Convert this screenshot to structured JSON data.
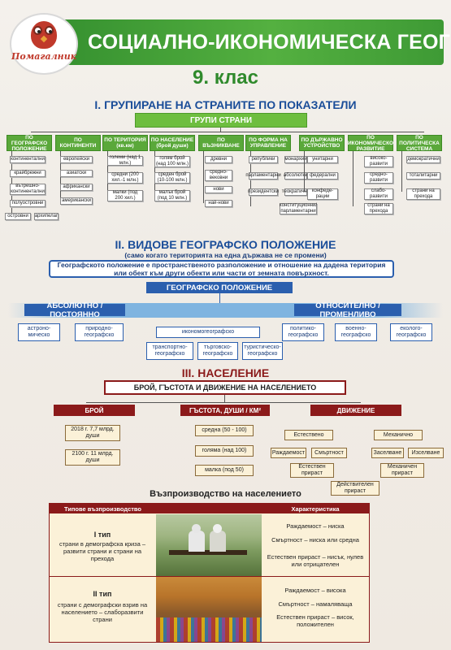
{
  "header": {
    "logo_text": "Помагалник",
    "title": "СОЦИАЛНО-ИКОНОМИЧЕСКА ГЕОГРАФИЯ",
    "grade": "9. клас"
  },
  "section1": {
    "title": "I. ГРУПИРАНЕ НА СТРАНИТЕ ПО ПОКАЗАТЕЛИ",
    "group_label": "ГРУПИ СТРАНИ",
    "categories": [
      {
        "label": "ПО ГЕОГРАФСКО ПОЛОЖЕНИЕ",
        "items": [
          "континентални",
          "крайбрежни",
          "вътрешно-континентални",
          "полуостровни",
          "островни",
          "архипелаг"
        ]
      },
      {
        "label": "ПО КОНТИНЕНТИ",
        "items": [
          "европейски",
          "азиатски",
          "африкански",
          "американски"
        ]
      },
      {
        "label": "ПО ТЕРИТОРИЯ (кв.км)",
        "items": [
          "големи (над 1 млн.)",
          "средни (200 хил.-1 млн.)",
          "малки (под 200 хил.)"
        ]
      },
      {
        "label": "ПО НАСЕЛЕНИЕ (брой души)",
        "items": [
          "голям брой (над 100 млн.)",
          "среден брой (10-100 млн.)",
          "малък брой (под 10 млн.)"
        ]
      },
      {
        "label": "ПО ВЪЗНИКВАНЕ",
        "items": [
          "древни",
          "средно-вековни",
          "нови",
          "най-нови"
        ]
      },
      {
        "label": "ПО ФОРМА НА УПРАВЛЕНИЕ",
        "items": [
          "републики",
          "парламентарни",
          "президентски",
          "монархии",
          "абсолютни",
          "теократични",
          "конституционни/ парламентарни"
        ]
      },
      {
        "label": "ПО ДЪРЖАВНО УСТРОЙСТВО",
        "items": [
          "унитарни",
          "федерални",
          "конфеде-рации"
        ]
      },
      {
        "label": "ПО ИКОНОМИЧЕСКО РАЗВИТИЕ",
        "items": [
          "високо-развити",
          "средно-развити",
          "слабо-развити",
          "страни на прехода"
        ]
      },
      {
        "label": "ПО ПОЛИТИЧЕСКА СИСТЕМА",
        "items": [
          "демократични",
          "тоталитарни",
          "страни на прехода"
        ]
      }
    ]
  },
  "section2": {
    "title": "II. ВИДОВЕ ГЕОГРАФСКО ПОЛОЖЕНИЕ",
    "subtitle": "(само когато територията на една държава не се промени)",
    "definition": "Географското положение е пространственото разположение и отношение на дадена територия или обект към други обекти или части от земната повърхност.",
    "main_label": "ГЕОГРАФСКО ПОЛОЖЕНИЕ",
    "absolute_label": "АБСОЛЮТНО / ПОСТОЯННО",
    "relative_label": "ОТНОСИТЕЛНО / ПРОМЕНЛИВО",
    "absolute_items": [
      "астроно-мическо",
      "природно-географско"
    ],
    "economic": "икономогеографско",
    "economic_items": [
      "транспортно-географско",
      "търговско-географско",
      "туристическо-географско"
    ],
    "relative_items": [
      "политико-географско",
      "военно-географско",
      "еколого-географско"
    ]
  },
  "section3": {
    "title": "III. НАСЕЛЕНИЕ",
    "main_label": "БРОЙ, ГЪСТОТА И ДВИЖЕНИЕ НА НАСЕЛЕНИЕТО",
    "count_label": "БРОЙ",
    "count_items": [
      "2018 г. 7,7 млрд. души",
      "2100 г. 11 млрд. души"
    ],
    "density_label": "ГЪСТОТА, ДУШИ / КМ²",
    "density_items": [
      "средна (50 - 100)",
      "голяма (над 100)",
      "малка (под 50)"
    ],
    "movement_label": "ДВИЖЕНИЕ",
    "natural": "Естествено",
    "mechanical": "Механично",
    "natural_items": [
      "Раждаемост",
      "Смъртност",
      "Естествен прираст"
    ],
    "mechanical_items": [
      "Заселване",
      "Изселване",
      "Механичен прираст"
    ],
    "actual": "Действителен прираст"
  },
  "reproduction": {
    "title": "Възпроизводство на населението",
    "col1": "Типове възпроизводство",
    "col2": "Характеристика",
    "type1_head": "I тип",
    "type1_text": "страни в демографска криза – развити страни и страни на прехода",
    "type1_chars": [
      "Раждаемост – ниска",
      "Смъртност – ниска или средна",
      "Естествен прираст – нисък, нулев или отрицателен"
    ],
    "type2_head": "II тип",
    "type2_text": "страни с демографски взрив на населението – слаборазвити страни",
    "type2_chars": [
      "Раждаемост – висока",
      "Смъртност – намаляваща",
      "Естествен прираст – висок, положителен"
    ]
  }
}
